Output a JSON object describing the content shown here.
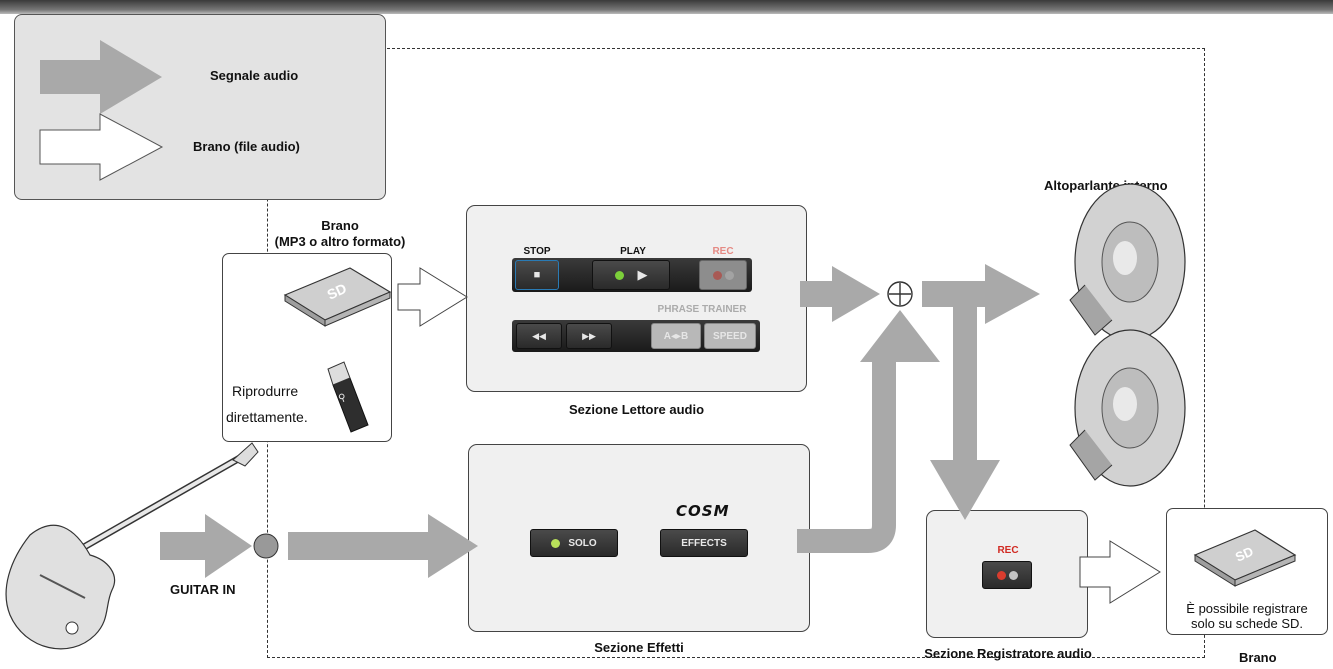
{
  "legend": {
    "audio_signal": "Segnale audio",
    "song_file": "Brano (file audio)"
  },
  "media": {
    "title": "Brano",
    "subtitle": "(MP3 o altro formato)",
    "play_direct_1": "Riprodurre",
    "play_direct_2": "direttamente."
  },
  "player": {
    "stop": "STOP",
    "play": "PLAY",
    "rec": "REC",
    "phrase_trainer": "PHRASE TRAINER",
    "rew": "◀◀",
    "ff": "▶▶",
    "ab": "A◂▸B",
    "speed": "SPEED",
    "stop_symbol": "■",
    "play_symbol": "▶",
    "section": "Sezione Lettore audio"
  },
  "effects": {
    "logo": "COSM",
    "solo": "SOLO",
    "effects": "EFFECTS",
    "section": "Sezione Effetti"
  },
  "recorder": {
    "rec": "REC",
    "section": "Sezione Registratore audio"
  },
  "speaker": {
    "title": "Altoparlante interno"
  },
  "guitar": {
    "input": "GUITAR IN"
  },
  "sd_out": {
    "note_1": "È possibile registrare",
    "note_2": "solo su schede SD.",
    "caption": "Brano"
  },
  "mixer_symbol": "⊕",
  "colors": {
    "signal_arrow": "#a9a9a9",
    "panel_bg": "#f0f0f0",
    "led_green": "#7ccf3a",
    "led_red": "#d93c2e",
    "rec_red": "#d12a22"
  }
}
